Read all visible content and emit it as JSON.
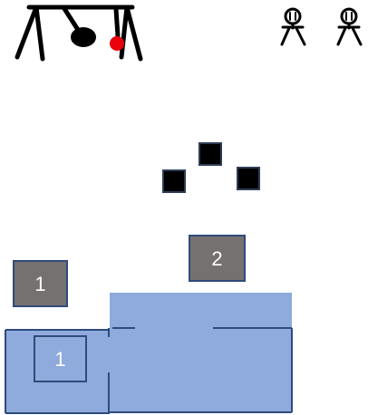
{
  "scene": {
    "background_color": "#ffffff",
    "swing_frame": {
      "color": "#000000",
      "weight_color": "#000000",
      "ball_color": "#e8000b"
    },
    "player_icons": [
      {
        "icon": "stick-figure-icon",
        "color": "#000000"
      },
      {
        "icon": "stick-figure-icon",
        "color": "#000000"
      }
    ],
    "black_tiles": {
      "color": "#000000",
      "border_color": "#2e3d57",
      "count": 3
    },
    "gray_blocks": [
      {
        "label": "2",
        "fill": "#767171",
        "border": "#2f4b7c"
      },
      {
        "label": "1",
        "fill": "#767171",
        "border": "#2f4b7c"
      }
    ],
    "blue_structure": {
      "fill": "#8faadc",
      "border": "#2f4b7c",
      "inner_block_label": "1"
    }
  }
}
